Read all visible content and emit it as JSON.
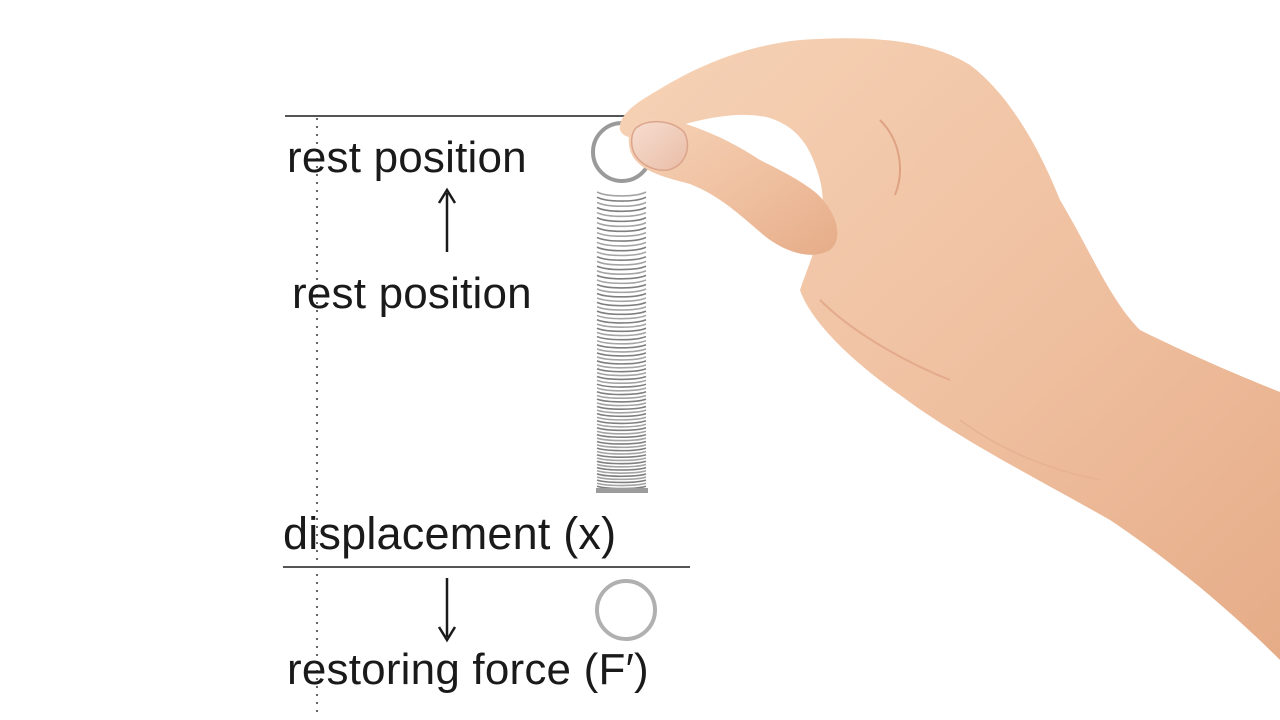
{
  "labels": {
    "rest_top": "rest position",
    "rest_middle": "rest position",
    "displacement": "displacement (x)",
    "restoring_force": "restoring force (F′)"
  },
  "colors": {
    "text": "#1a1a1a",
    "line": "#555555",
    "spring": "#8a8a8a",
    "skin": "#f2c6a6",
    "skin_shadow": "#e2a986"
  }
}
